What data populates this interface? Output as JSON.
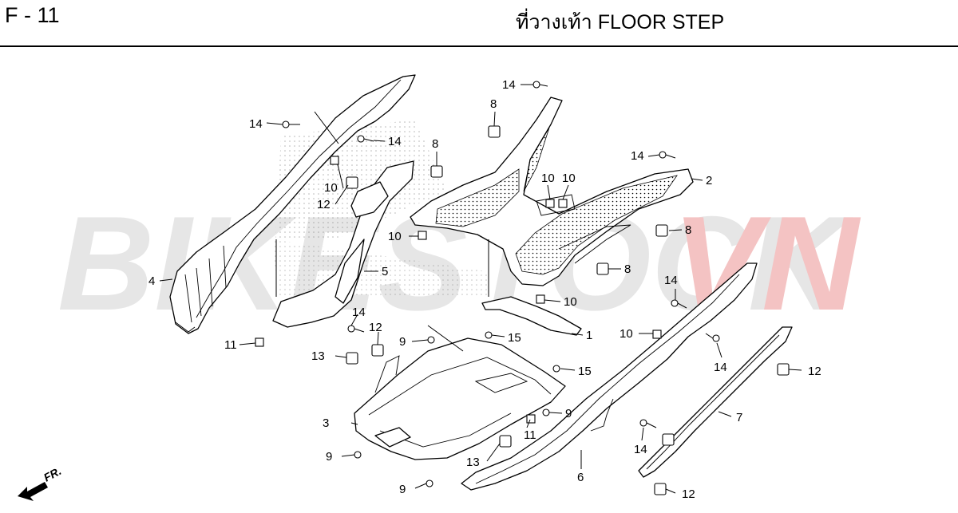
{
  "header": {
    "page_code": "F - 11",
    "title": "ที่วางเท้า  FLOOR STEP"
  },
  "watermark": {
    "part1": "BIKESTOCK",
    "part2": "VN",
    "color1": "#e6e6e6",
    "color2": "#f4c3c3"
  },
  "direction_label": "FR.",
  "callouts": [
    {
      "id": "c-14a",
      "text": "14"
    },
    {
      "id": "c-14b",
      "text": "14"
    },
    {
      "id": "c-14c",
      "text": "14"
    },
    {
      "id": "c-14d",
      "text": "14"
    },
    {
      "id": "c-14e",
      "text": "14"
    },
    {
      "id": "c-14f",
      "text": "14"
    },
    {
      "id": "c-14g",
      "text": "14"
    },
    {
      "id": "c-14h",
      "text": "14"
    },
    {
      "id": "c-8a",
      "text": "8"
    },
    {
      "id": "c-8b",
      "text": "8"
    },
    {
      "id": "c-8c",
      "text": "8"
    },
    {
      "id": "c-8d",
      "text": "8"
    },
    {
      "id": "c-10a",
      "text": "10"
    },
    {
      "id": "c-10b",
      "text": "10"
    },
    {
      "id": "c-10c",
      "text": "10"
    },
    {
      "id": "c-10d",
      "text": "10"
    },
    {
      "id": "c-10e",
      "text": "10"
    },
    {
      "id": "c-10f",
      "text": "10"
    },
    {
      "id": "c-12a",
      "text": "12"
    },
    {
      "id": "c-12b",
      "text": "12"
    },
    {
      "id": "c-12c",
      "text": "12"
    },
    {
      "id": "c-12d",
      "text": "12"
    },
    {
      "id": "c-2",
      "text": "2"
    },
    {
      "id": "c-4",
      "text": "4"
    },
    {
      "id": "c-5",
      "text": "5"
    },
    {
      "id": "c-1",
      "text": "1"
    },
    {
      "id": "c-15a",
      "text": "15"
    },
    {
      "id": "c-15b",
      "text": "15"
    },
    {
      "id": "c-11a",
      "text": "11"
    },
    {
      "id": "c-11b",
      "text": "11"
    },
    {
      "id": "c-9a",
      "text": "9"
    },
    {
      "id": "c-9b",
      "text": "9"
    },
    {
      "id": "c-9c",
      "text": "9"
    },
    {
      "id": "c-9d",
      "text": "9"
    },
    {
      "id": "c-13a",
      "text": "13"
    },
    {
      "id": "c-13b",
      "text": "13"
    },
    {
      "id": "c-3",
      "text": "3"
    },
    {
      "id": "c-6",
      "text": "6"
    },
    {
      "id": "c-7",
      "text": "7"
    }
  ]
}
